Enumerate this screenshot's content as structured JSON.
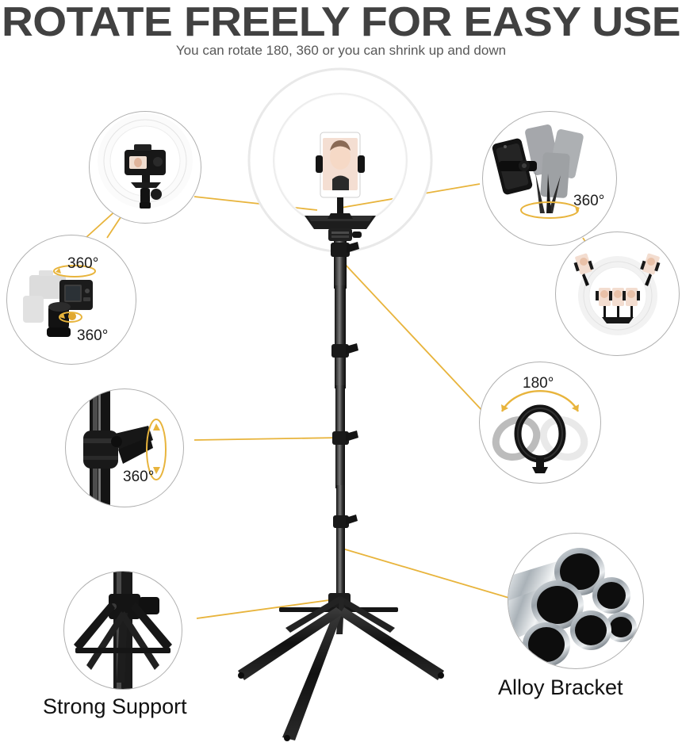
{
  "header": {
    "title": "ROTATE FREELY FOR EASY USE",
    "subtitle": "You can rotate 180, 360 or you can shrink up and down"
  },
  "colors": {
    "title_text": "#414141",
    "subtitle_text": "#585858",
    "connector_line": "#e8b43c",
    "callout_border": "#b0b0b0",
    "caption_text": "#111111",
    "product_black": "#1a1a1a",
    "ring_light_white": "#fafafa",
    "alloy_silver": "#c9cdd2"
  },
  "captions": [
    {
      "id": "strong-support",
      "label": "Strong Support"
    },
    {
      "id": "alloy-bracket",
      "label": "Alloy Bracket"
    }
  ],
  "callouts": [
    {
      "id": "camera-on-ring",
      "name": "ring-light-with-dslr-camera",
      "degree_labels": []
    },
    {
      "id": "ball-head",
      "name": "camera-ball-head-rotation",
      "degree_labels": [
        "360°",
        "360°"
      ]
    },
    {
      "id": "phone-holder",
      "name": "phone-holder-rotation",
      "degree_labels": [
        "360°"
      ]
    },
    {
      "id": "ring-phone-positions",
      "name": "ring-light-phone-mount-positions",
      "degree_labels": []
    },
    {
      "id": "ring-tilt",
      "name": "ring-light-tilt-rotation",
      "degree_labels": [
        "180°"
      ]
    },
    {
      "id": "pole-clamp",
      "name": "pole-clamp-knob-rotation",
      "degree_labels": [
        "360°"
      ]
    },
    {
      "id": "tripod-hub",
      "name": "tripod-leg-hub-detail",
      "degree_labels": []
    },
    {
      "id": "alloy-tubes",
      "name": "alloy-tube-cross-section",
      "degree_labels": []
    }
  ],
  "product": {
    "name": "ring-light-tripod-stand",
    "parts": [
      "ring-light",
      "phone-holder",
      "selfie-photo-screen",
      "telescoping-pole",
      "clamp-knob",
      "tripod-legs"
    ]
  }
}
